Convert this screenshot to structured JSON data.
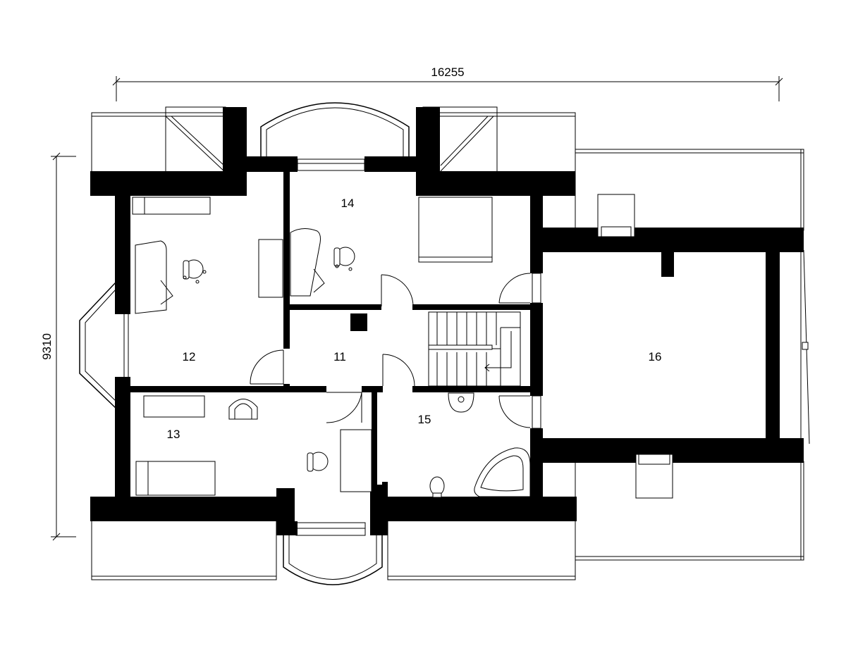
{
  "dimensions": {
    "width_label": "16255",
    "height_label": "9310"
  },
  "rooms": [
    {
      "id": "11",
      "label": "11"
    },
    {
      "id": "12",
      "label": "12"
    },
    {
      "id": "13",
      "label": "13"
    },
    {
      "id": "14",
      "label": "14"
    },
    {
      "id": "15",
      "label": "15"
    },
    {
      "id": "16",
      "label": "16"
    }
  ]
}
